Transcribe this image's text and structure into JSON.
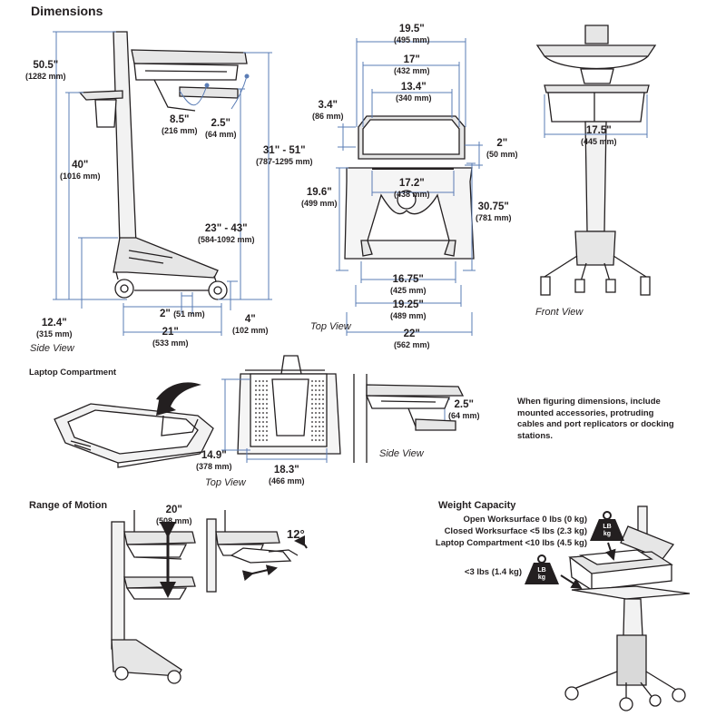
{
  "headings": {
    "dimensions": "Dimensions",
    "laptop_compartment": "Laptop Compartment",
    "range_of_motion": "Range of Motion",
    "weight_capacity": "Weight Capacity"
  },
  "views": {
    "side": "Side View",
    "top": "Top View",
    "front": "Front View",
    "compartment_top": "Top View",
    "compartment_side": "Side View"
  },
  "side_dims": [
    {
      "in": "50.5\"",
      "mm": "(1282 mm)"
    },
    {
      "in": "8.5\"",
      "mm": "(216 mm)"
    },
    {
      "in": "2.5\"",
      "mm": "(64 mm)"
    },
    {
      "in": "40\"",
      "mm": "(1016 mm)"
    },
    {
      "in": "31\" - 51\"",
      "mm": "(787-1295 mm)"
    },
    {
      "in": "23\" - 43\"",
      "mm": "(584-1092 mm)"
    },
    {
      "in": "12.4\"",
      "mm": "(315 mm)"
    },
    {
      "in": "2\"",
      "mm": "(51 mm)"
    },
    {
      "in": "4\"",
      "mm": "(102 mm)"
    },
    {
      "in": "21\"",
      "mm": "(533 mm)"
    }
  ],
  "top_dims": [
    {
      "in": "19.5\"",
      "mm": "(495 mm)"
    },
    {
      "in": "17\"",
      "mm": "(432 mm)"
    },
    {
      "in": "13.4\"",
      "mm": "(340 mm)"
    },
    {
      "in": "3.4\"",
      "mm": "(86 mm)"
    },
    {
      "in": "2\"",
      "mm": "(50 mm)"
    },
    {
      "in": "17.2\"",
      "mm": "(438 mm)"
    },
    {
      "in": "19.6\"",
      "mm": "(499 mm)"
    },
    {
      "in": "30.75\"",
      "mm": "(781 mm)"
    },
    {
      "in": "16.75\"",
      "mm": "(425 mm)"
    },
    {
      "in": "19.25\"",
      "mm": "(489 mm)"
    },
    {
      "in": "22\"",
      "mm": "(562 mm)"
    }
  ],
  "front_dims": [
    {
      "in": "17.5\"",
      "mm": "(445 mm)"
    }
  ],
  "compartment_dims": [
    {
      "in": "14.9\"",
      "mm": "(378 mm)"
    },
    {
      "in": "18.3\"",
      "mm": "(466 mm)"
    },
    {
      "in": "2.5\"",
      "mm": "(64 mm)"
    }
  ],
  "note": "When figuring dimensions, include mounted accessories, protruding cables and port replicators or docking stations.",
  "motion": [
    {
      "in": "20\"",
      "mm": "(508 mm)"
    },
    {
      "in": "12°",
      "mm": ""
    }
  ],
  "weights": [
    "Open Worksurface 0 lbs (0 kg)",
    "Closed Worksurface <5 lbs (2.3 kg)",
    "Laptop Compartment <10 lbs (4.5 kg)",
    "<3 lbs (1.4 kg)"
  ],
  "weight_icon": {
    "top": "LB",
    "bottom": "kg"
  },
  "colors": {
    "dimension_line": "#5a7cb5",
    "drawing": "#231f20",
    "fill": "#d9d9d9"
  }
}
